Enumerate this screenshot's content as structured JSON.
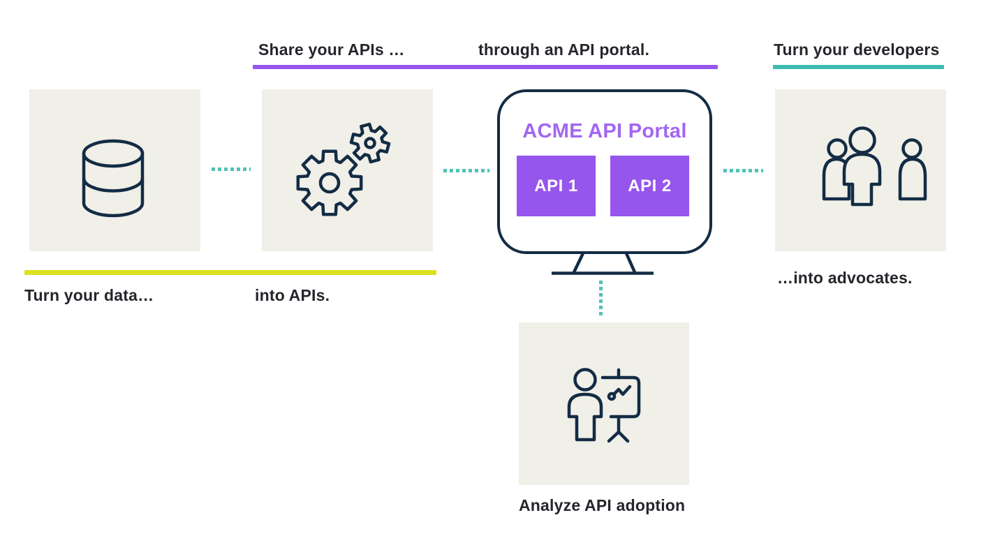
{
  "colors": {
    "navy": "#132c44",
    "ink": "#24262c",
    "purple": "#9655ec",
    "purple-text": "#a266f2",
    "teal": "#3cbcb0",
    "teal-dot": "#4fc3b5",
    "lime": "#dce021",
    "beige": "#f0efe8",
    "white": "#ffffff"
  },
  "header": {
    "share": "Share your APIs …",
    "through": "through an API portal.",
    "developers": "Turn your developers"
  },
  "captions": {
    "data": "Turn your data…",
    "apis": "into APIs.",
    "advocates": "…into advocates.",
    "analyze": "Analyze API adoption"
  },
  "portal": {
    "title": "ACME API Portal",
    "apps": [
      {
        "label": "API 1"
      },
      {
        "label": "API 2"
      }
    ]
  },
  "icons": {
    "database": "database-icon",
    "gears": "gears-icon",
    "users": "users-icon",
    "presentation": "presentation-board-icon",
    "monitor": "monitor-icon"
  }
}
